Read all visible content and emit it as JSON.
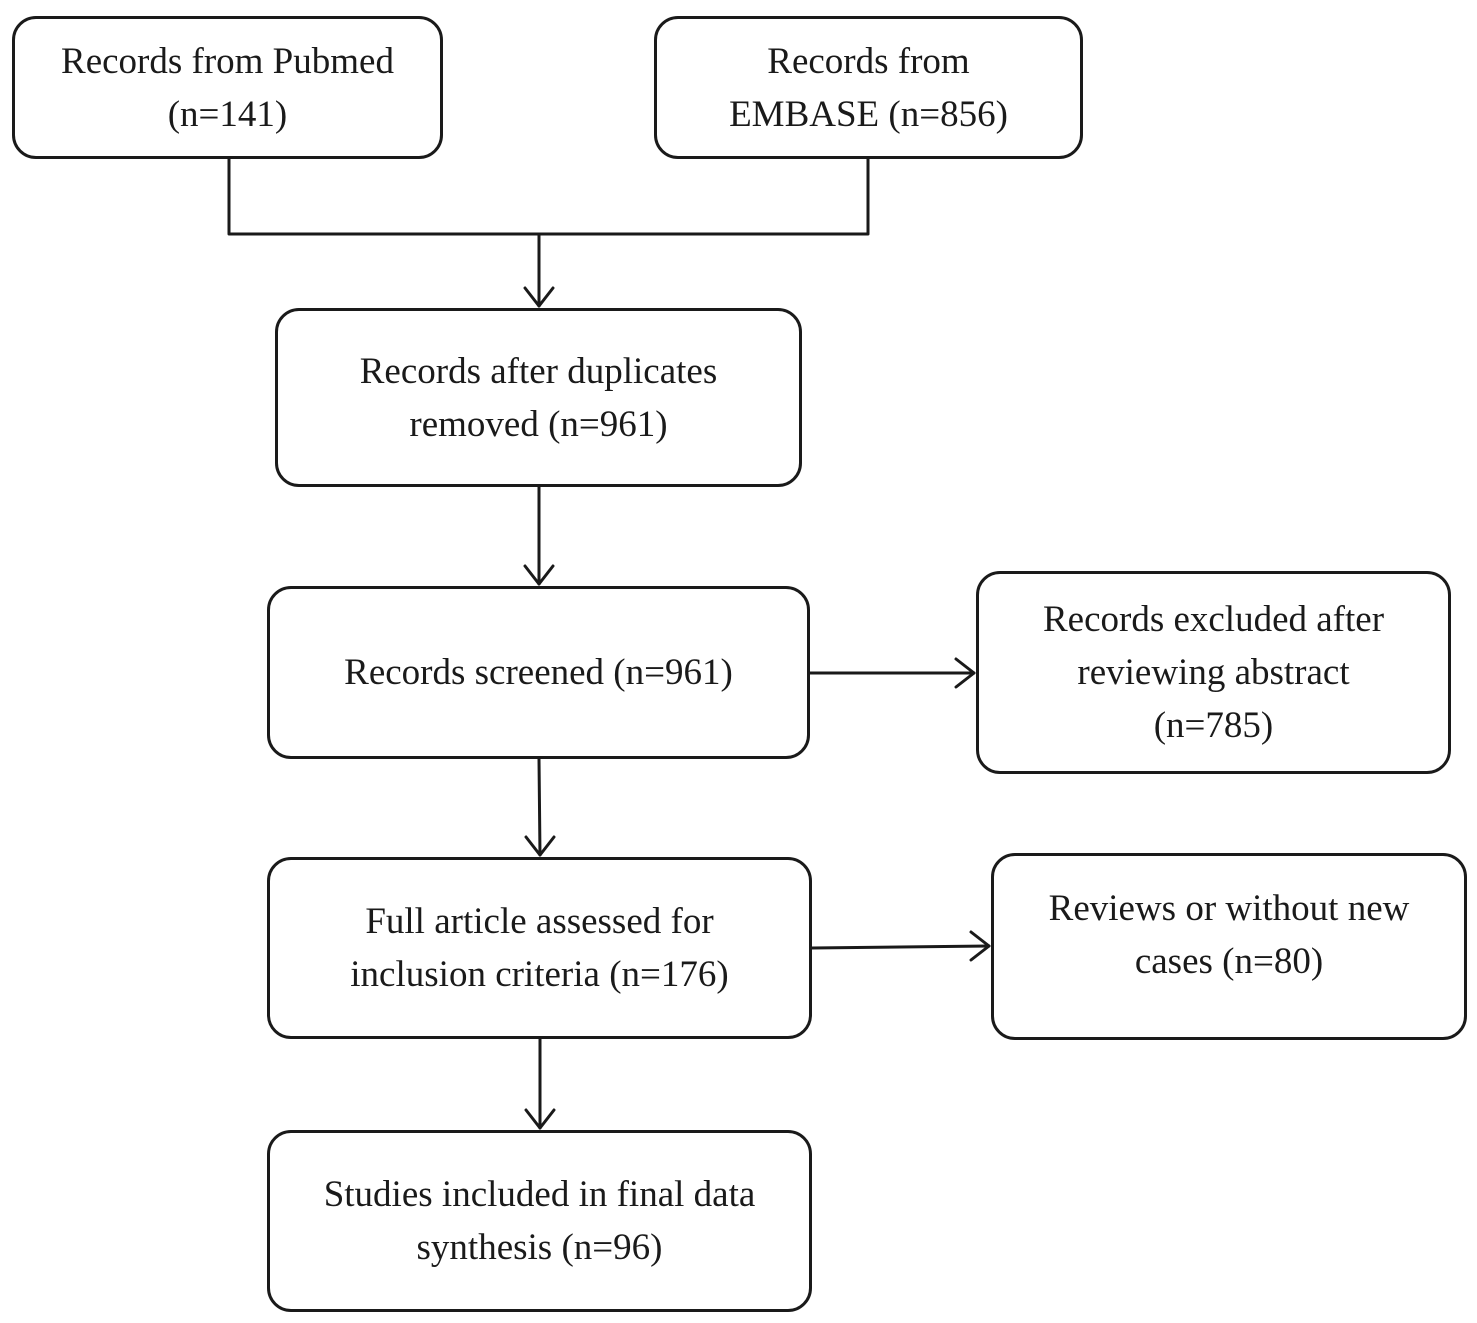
{
  "boxes": {
    "pubmed": {
      "line1": "Records from Pubmed",
      "line2": "(n=141)"
    },
    "embase": {
      "line1": "Records from",
      "line2": "EMBASE (n=856)"
    },
    "dedup": {
      "line1": "Records after duplicates",
      "line2": "removed (n=961)"
    },
    "screened": {
      "line1": "Records screened (n=961)"
    },
    "excluded": {
      "line1": "Records excluded after",
      "line2": "reviewing abstract",
      "line3": "(n=785)"
    },
    "full": {
      "line1": "Full article assessed for",
      "line2": "inclusion criteria (n=176)"
    },
    "reviews": {
      "line1": "Reviews or without new",
      "line2": "cases (n=80)"
    },
    "included": {
      "line1": "Studies included in final data",
      "line2": "synthesis (n=96)"
    }
  },
  "colors": {
    "stroke": "#1a1a1a",
    "background": "#ffffff"
  }
}
